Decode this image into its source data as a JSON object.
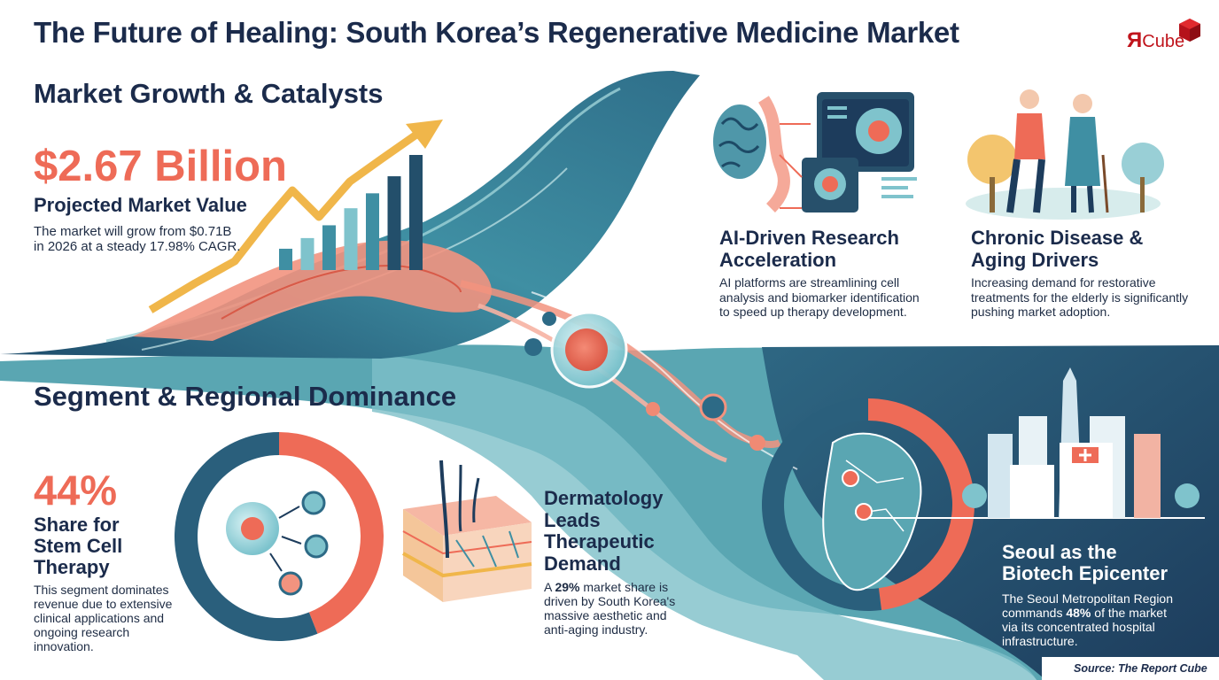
{
  "title": "The Future of Healing: South Korea’s Regenerative Medicine Market",
  "logo": {
    "mark": "Я",
    "text": "Cube"
  },
  "growth": {
    "heading": "Market Growth & Catalysts",
    "value": "$2.67 Billion",
    "value_label": "Projected Market Value",
    "description_1": "The market will grow from $0.71B",
    "description_2": "in 2026 at a steady 17.98% CAGR."
  },
  "ai": {
    "title_1": "AI-Driven Research",
    "title_2": "Acceleration",
    "description_1": "AI platforms are streamlining cell",
    "description_2": "analysis and biomarker identification",
    "description_3": "to speed up therapy development."
  },
  "aging": {
    "title_1": "Chronic Disease &",
    "title_2": "Aging Drivers",
    "description_1": "Increasing demand for restorative",
    "description_2": "treatments for the elderly is significantly",
    "description_3": "pushing market adoption."
  },
  "segment": {
    "heading": "Segment & Regional Dominance",
    "value": "44%",
    "share_fraction": 0.44,
    "label_1": "Share for",
    "label_2": "Stem Cell",
    "label_3": "Therapy",
    "description_1": "This segment dominates",
    "description_2": "revenue due to extensive",
    "description_3": "clinical applications and",
    "description_4": "ongoing research",
    "description_5": "innovation."
  },
  "dermatology": {
    "title_1": "Dermatology",
    "title_2": "Leads",
    "title_3": "Therapeutic",
    "title_4": "Demand",
    "description_1_pre": "A ",
    "description_1_bold": "29%",
    "description_1_post": " market share is",
    "description_2": "driven by South Korea's",
    "description_3": "massive aesthetic and",
    "description_4": "anti-aging industry."
  },
  "seoul": {
    "title_1": "Seoul as the",
    "title_2": "Biotech Epicenter",
    "share_fraction": 0.48,
    "description_1": "The Seoul Metropolitan Region",
    "description_2_pre": "commands ",
    "description_2_bold": "48%",
    "description_2_post": " of the market",
    "description_3": "via its concentrated hospital",
    "description_4": "infrastructure."
  },
  "growth_chart": {
    "bar_values": [
      1,
      1.5,
      2.1,
      2.9,
      3.6,
      4.4,
      5.4
    ]
  },
  "source": "Source: The Report Cube",
  "colors": {
    "navy": "#1b2b4b",
    "coral": "#ee6b57",
    "teal": "#3f8fa3",
    "deep_teal": "#234f6b",
    "light_teal": "#7fc3cc",
    "gold": "#f0b64a"
  }
}
